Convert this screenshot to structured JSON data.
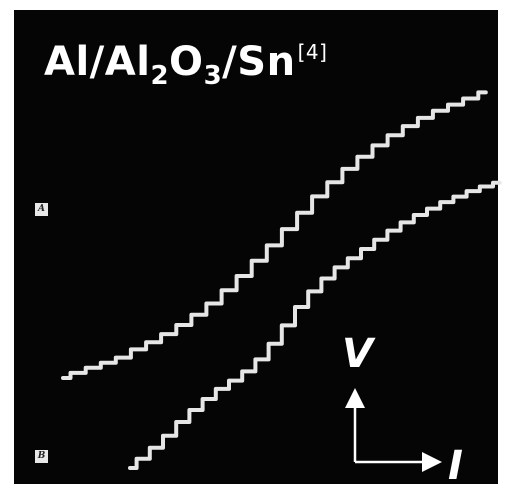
{
  "title": {
    "main": "Al/Al",
    "sub1": "2",
    "mid": "O",
    "sub2": "3",
    "end": "/Sn",
    "ref": "[4]"
  },
  "chart_data": {
    "type": "line",
    "xlabel": "I",
    "ylabel": "V",
    "series": [
      {
        "name": "A",
        "x": [
          0,
          1,
          2,
          3,
          4,
          5,
          6,
          7,
          8,
          9,
          10,
          11,
          12,
          13,
          14,
          15,
          16,
          17,
          18,
          19,
          20,
          21,
          22,
          23,
          24,
          25,
          26,
          27,
          28
        ],
        "y": [
          0,
          0.5,
          1,
          1.5,
          2,
          2.8,
          3.5,
          4.3,
          5.2,
          6.2,
          7.3,
          8.6,
          10,
          11.5,
          13,
          14.6,
          16.2,
          17.8,
          19.2,
          20.5,
          21.7,
          22.8,
          23.8,
          24.7,
          25.5,
          26.2,
          26.8,
          27.4,
          28
        ]
      },
      {
        "name": "B",
        "x": [
          0,
          1,
          2,
          3,
          4,
          5,
          6,
          7,
          8,
          9,
          10,
          11,
          12,
          13,
          14,
          15,
          16,
          17,
          18,
          19,
          20,
          21,
          22,
          23,
          24,
          25,
          26,
          27,
          28
        ],
        "y": [
          0,
          1,
          2.2,
          3.5,
          5,
          6.3,
          7.5,
          8.6,
          9.5,
          10.5,
          11.8,
          13.5,
          15.5,
          17.5,
          19.2,
          20.6,
          21.8,
          22.8,
          23.8,
          24.8,
          25.8,
          26.7,
          27.5,
          28.2,
          28.9,
          29.5,
          30.1,
          30.6,
          31
        ]
      }
    ],
    "series_tags": [
      "A",
      "B"
    ],
    "background": "#050505",
    "trace_color": "#e6e6e6",
    "grid": false
  }
}
